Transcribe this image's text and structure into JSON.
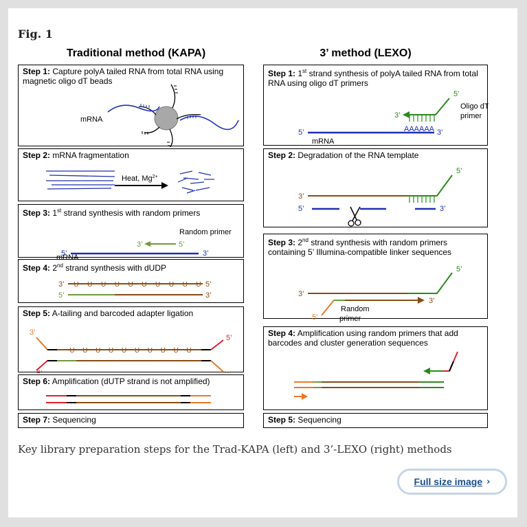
{
  "figure": {
    "label": "Fig. 1",
    "caption": "Key library preparation steps for the Trad-KAPA (left) and 3’-LEXO (right) methods",
    "full_size_link": "Full size image"
  },
  "left": {
    "title": "Traditional method (KAPA)",
    "steps": [
      {
        "step": "Step 1:",
        "text": "Capture polyA tailed RNA from total RNA using magnetic oligo dT beads"
      },
      {
        "step": "Step 2:",
        "text": "mRNA fragmentation"
      },
      {
        "step": "Step 3:",
        "text_pre": "1",
        "sup": "st",
        "text_post": " strand synthesis with random primers"
      },
      {
        "step": "Step 4:",
        "text_pre": "2",
        "sup": "nd",
        "text_post": " strand synthesis with dUDP"
      },
      {
        "step": "Step 5:",
        "text": "A-tailing and barcoded adapter ligation"
      },
      {
        "step": "Step 6:",
        "text": "Amplification (dUTP strand is not amplified)"
      },
      {
        "step": "Step 7:",
        "text": "Sequencing"
      }
    ],
    "labels": {
      "mrna": "mRNA",
      "heat": "Heat, Mg",
      "heat_sup": "2+",
      "random_primer": "Random primer",
      "three_prime": "3’",
      "five_prime": "5’",
      "u": "U"
    }
  },
  "right": {
    "title": "3’ method (LEXO)",
    "steps": [
      {
        "step": "Step 1:",
        "text_pre": "1",
        "sup": "st",
        "text_post": " strand synthesis of polyA tailed RNA from total RNA using oligo dT primers"
      },
      {
        "step": "Step 2:",
        "text": "Degradation of the RNA template"
      },
      {
        "step": "Step 3:",
        "text_pre": "2",
        "sup": "nd",
        "text_post": " strand synthesis with random primers containing 5’ Illumina-compatible linker sequences"
      },
      {
        "step": "Step 4:",
        "text": "Amplification using random primers that add barcodes and cluster generation sequences"
      },
      {
        "step": "Step 5:",
        "text": "Sequencing"
      }
    ],
    "labels": {
      "oligo_dt_1": "Oligo dT",
      "oligo_dt_2": "primer",
      "polyA": "AAAAAA",
      "mrna": "mRNA",
      "random": "Random",
      "primer": "primer",
      "three_prime": "3’",
      "five_prime": "5’"
    }
  },
  "colors": {
    "rna": "#1f2fb5",
    "green": "#2a8a1a",
    "olive": "#6e9a3a",
    "brown": "#8b4a12",
    "orange": "#e8782a",
    "red": "#e0202a",
    "black": "#000000",
    "bead": "#a8a8a8"
  }
}
